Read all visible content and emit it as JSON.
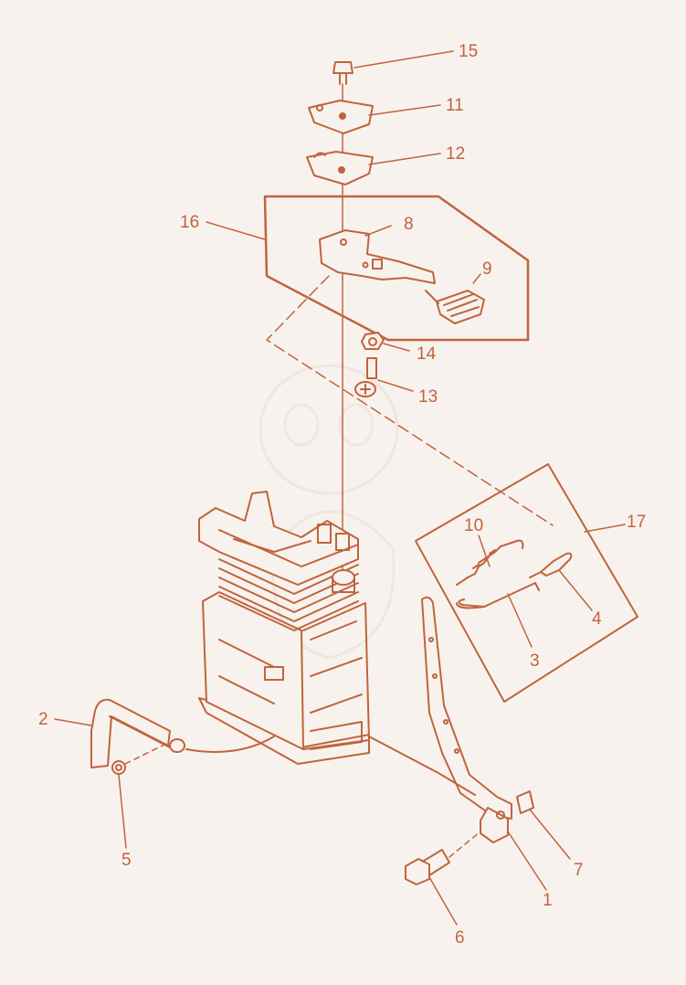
{
  "colors": {
    "ink": "#c0643c",
    "background": "#f8f2ee",
    "faint": "#efe6e0"
  },
  "callouts": [
    {
      "id": "c1",
      "text": "1"
    },
    {
      "id": "c2",
      "text": "2"
    },
    {
      "id": "c3",
      "text": "3"
    },
    {
      "id": "c4",
      "text": "4"
    },
    {
      "id": "c5",
      "text": "5"
    },
    {
      "id": "c6",
      "text": "6"
    },
    {
      "id": "c7",
      "text": "7"
    },
    {
      "id": "c8",
      "text": "8"
    },
    {
      "id": "c9",
      "text": "9"
    },
    {
      "id": "c10",
      "text": "10"
    },
    {
      "id": "c11",
      "text": "11"
    },
    {
      "id": "c12",
      "text": "12"
    },
    {
      "id": "c13",
      "text": "13"
    },
    {
      "id": "c14",
      "text": "14"
    },
    {
      "id": "c15",
      "text": "15"
    },
    {
      "id": "c16",
      "text": "16"
    },
    {
      "id": "c17",
      "text": "17"
    }
  ]
}
